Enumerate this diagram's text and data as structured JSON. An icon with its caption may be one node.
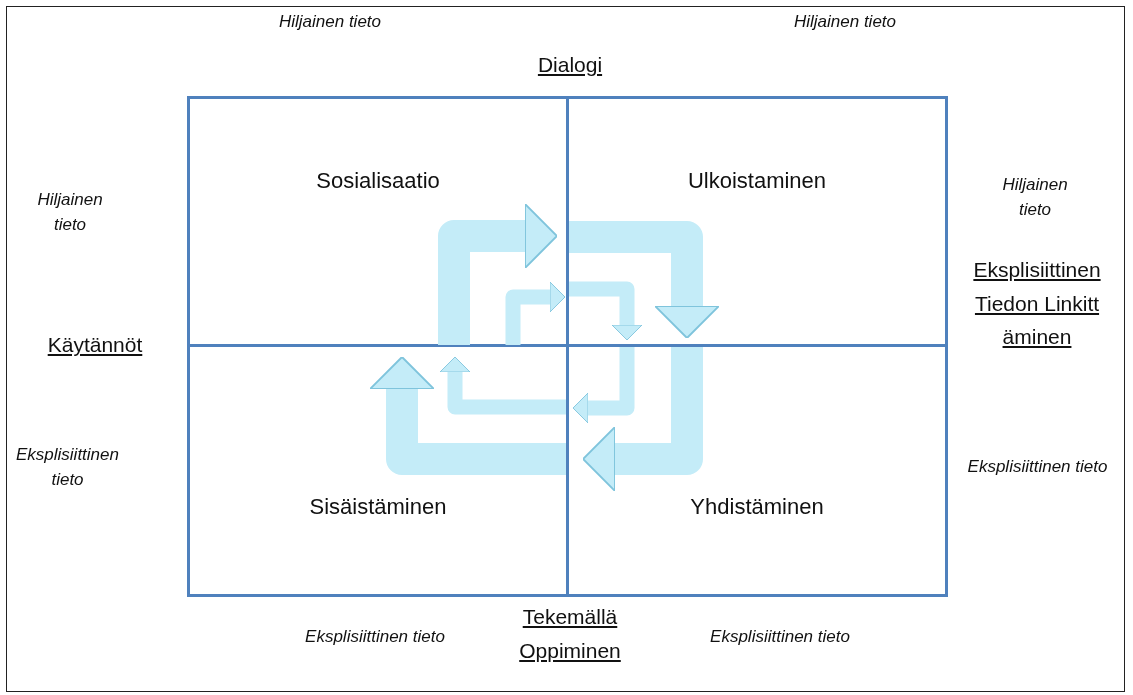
{
  "diagram": {
    "nodes": [
      {
        "text": [
          "Sosialisaatio"
        ]
      },
      {
        "text": [
          "Ulkoistaminen"
        ]
      },
      {
        "text": [
          "Yhdistäminen"
        ]
      },
      {
        "text": [
          "Sisäistäminen"
        ]
      }
    ],
    "edges": [
      {
        "from": 0,
        "to": 1,
        "arrow": "to",
        "style": "thick"
      },
      {
        "from": 1,
        "to": 2,
        "arrow": "to",
        "style": "thick"
      },
      {
        "from": 2,
        "to": 3,
        "arrow": "to",
        "style": "thick"
      },
      {
        "from": 3,
        "to": 0,
        "arrow": "to",
        "style": "thick"
      },
      {
        "from": 0,
        "to": 1,
        "arrow": "to"
      },
      {
        "from": 1,
        "to": 2,
        "arrow": "to"
      },
      {
        "from": 2,
        "to": 3,
        "arrow": "to"
      },
      {
        "from": 3,
        "to": 0,
        "arrow": "to"
      }
    ],
    "labels": [
      "Hiljainen tieto",
      "Hiljainen tieto",
      "Dialogi",
      "Hiljainen tieto",
      "Hiljainen tieto",
      "Eksplisiittinen Tiedon Linkittäminen",
      "Käytännöt",
      "Eksplisiittinen tieto",
      "Eksplisiittinen tieto",
      "Eksplisiittinen tieto",
      "Tekemällä Oppiminen",
      "Eksplisiittinen tieto"
    ]
  }
}
